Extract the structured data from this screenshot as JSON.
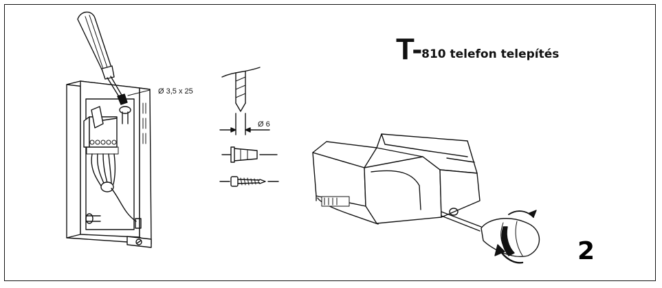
{
  "title": {
    "prefix": "T-",
    "rest": "810 telefon telepítés"
  },
  "labels": {
    "screw_dim": "Ø  3,5 x 25",
    "drill_dim": "Ø 6"
  },
  "step_number": "2",
  "colors": {
    "line": "#111111",
    "background": "#ffffff"
  },
  "icons": [
    "screwdriver-icon",
    "wall-box-drawing",
    "drill-bit-icon",
    "wall-plug-icon",
    "wood-screw-icon",
    "phone-base-drawing"
  ]
}
